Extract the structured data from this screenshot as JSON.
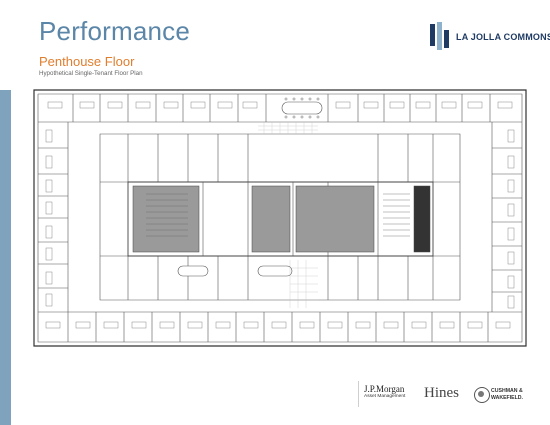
{
  "header": {
    "title": "Performance",
    "subtitle": "Penthouse Floor",
    "caption": "Hypothetical Single-Tenant Floor Plan"
  },
  "logo": {
    "text": "LA JOLLA COMMONS"
  },
  "colors": {
    "title_blue": "#5b86a8",
    "subtitle_orange": "#e07e2e",
    "side_bar": "#7fa3bd",
    "logo_navy": "#1f3b63",
    "logo_light": "#8fb2cc",
    "core_gray": "#9a9a9a",
    "core_dark": "#333333"
  },
  "footer": {
    "jpmorgan": {
      "name": "J.P.Morgan",
      "sub": "Asset Management"
    },
    "hines": "Hines",
    "cushman": {
      "line1": "CUSHMAN &",
      "line2": "WAKEFIELD."
    }
  }
}
